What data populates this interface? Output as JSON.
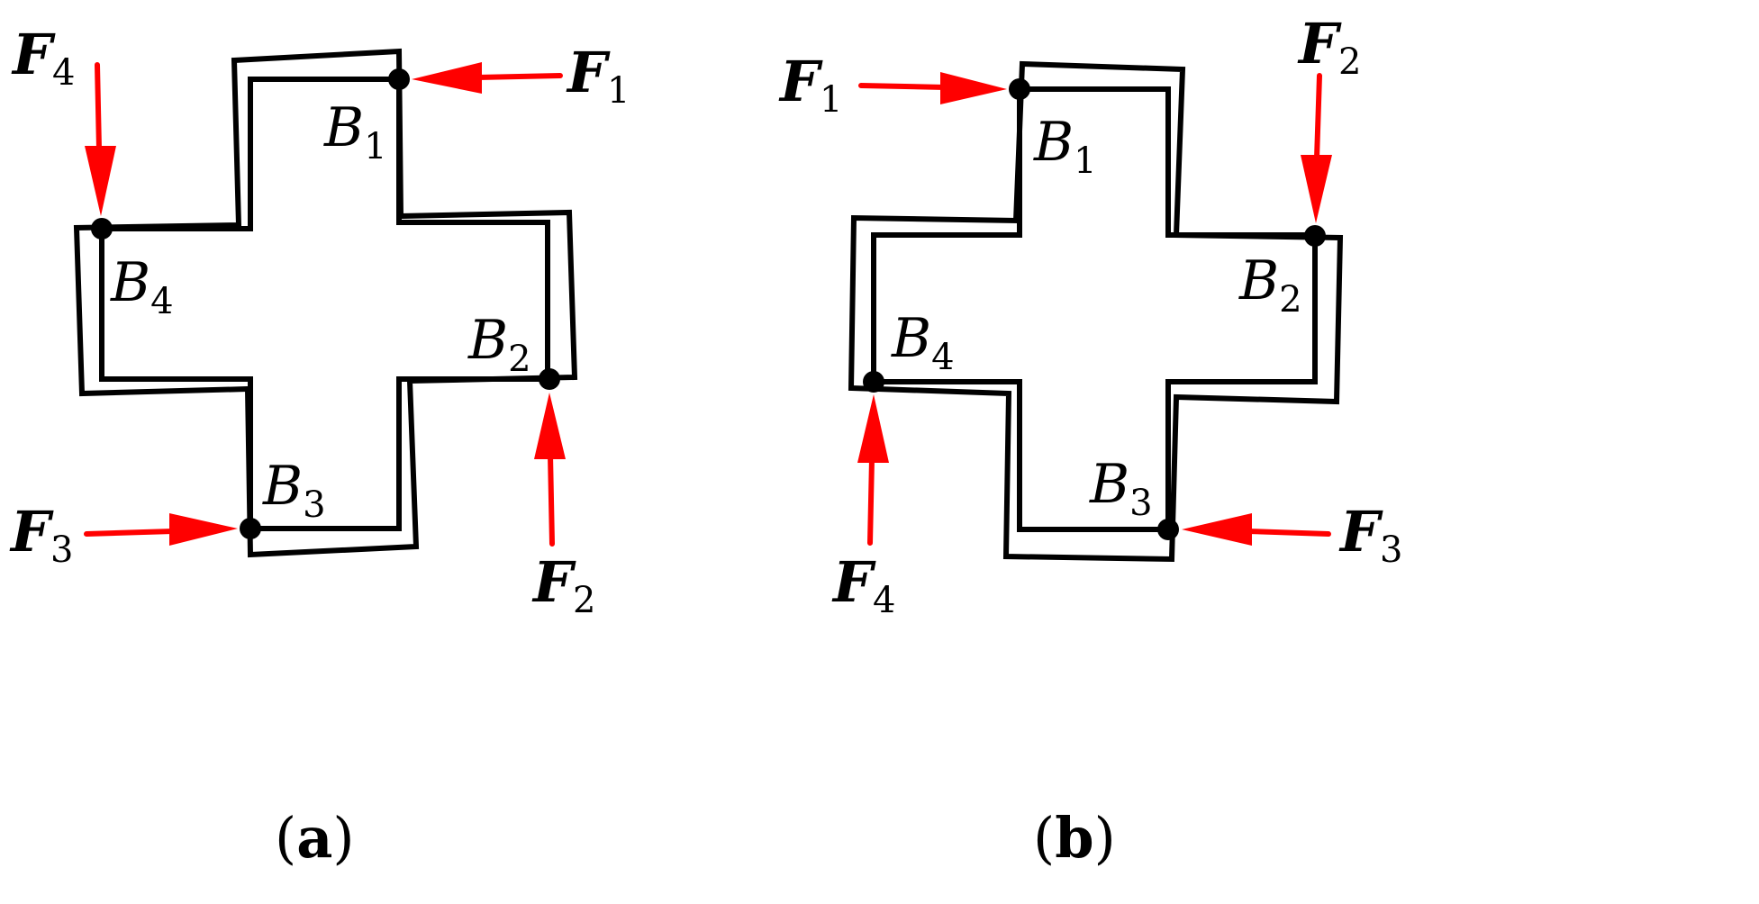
{
  "colors": {
    "outline": "#000000",
    "force": "#ff0000"
  },
  "panel_a": {
    "caption_open": "(",
    "caption_letter": "a",
    "caption_close": ")",
    "points": [
      {
        "name": "B",
        "sub": "1"
      },
      {
        "name": "B",
        "sub": "2"
      },
      {
        "name": "B",
        "sub": "3"
      },
      {
        "name": "B",
        "sub": "4"
      }
    ],
    "forces": [
      {
        "name": "F",
        "sub": "1"
      },
      {
        "name": "F",
        "sub": "2"
      },
      {
        "name": "F",
        "sub": "3"
      },
      {
        "name": "F",
        "sub": "4"
      }
    ]
  },
  "panel_b": {
    "caption_open": "(",
    "caption_letter": "b",
    "caption_close": ")",
    "points": [
      {
        "name": "B",
        "sub": "1"
      },
      {
        "name": "B",
        "sub": "2"
      },
      {
        "name": "B",
        "sub": "3"
      },
      {
        "name": "B",
        "sub": "4"
      }
    ],
    "forces": [
      {
        "name": "F",
        "sub": "1"
      },
      {
        "name": "F",
        "sub": "2"
      },
      {
        "name": "F",
        "sub": "3"
      },
      {
        "name": "F",
        "sub": "4"
      }
    ]
  }
}
